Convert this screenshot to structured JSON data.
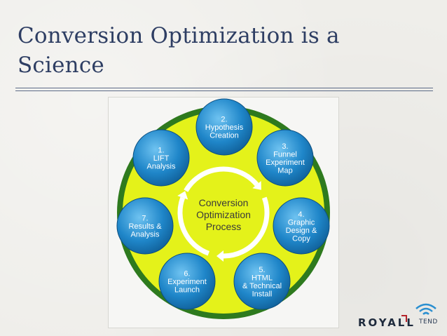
{
  "slide": {
    "title_line1": "Conversion Optimization is a",
    "title_line2": "Science"
  },
  "diagram": {
    "center_lines": [
      "Conversion",
      "Optimization",
      "Process"
    ],
    "steps": [
      {
        "lines": [
          "1.",
          "LIFT",
          "Analysis"
        ]
      },
      {
        "lines": [
          "2.",
          "Hypothesis",
          "Creation"
        ]
      },
      {
        "lines": [
          "3.",
          "Funnel",
          "Experiment",
          "Map"
        ]
      },
      {
        "lines": [
          "4.",
          "Graphic",
          "Design &",
          "Copy"
        ]
      },
      {
        "lines": [
          "5.",
          "HTML",
          "& Technical",
          "Install"
        ]
      },
      {
        "lines": [
          "6.",
          "Experiment",
          "Launch"
        ]
      },
      {
        "lines": [
          "7.",
          "Results &",
          "Analysis"
        ]
      }
    ],
    "colors": {
      "ring_outer": "#2e7a1e",
      "ring_inner": "#e4f21a",
      "node": "#1f86c9",
      "node_text": "#ffffff",
      "center_text": "#3a3a3a",
      "arrow": "#ffffff"
    }
  },
  "logos": {
    "royall": "ROYALL",
    "tend": "TEND"
  }
}
